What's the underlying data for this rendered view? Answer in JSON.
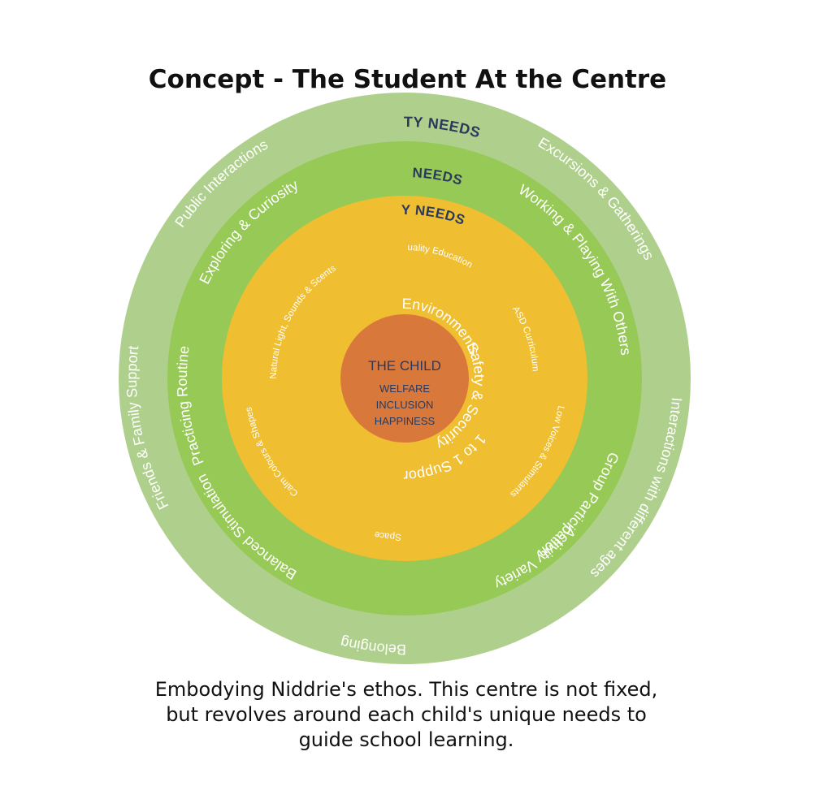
{
  "title": "Concept - The Student At the Centre",
  "caption": {
    "line1": "Embodying Niddrie's ethos. This centre is not fixed,",
    "line2": "but revolves around each child's unique needs to",
    "line3": "guide school learning."
  },
  "colors": {
    "outer_ring": "#afd08d",
    "middle_ring": "#97c957",
    "inner_ring": "#efbe31",
    "core": "#d9783b",
    "ring_label": "#2b3a5c"
  },
  "rings": {
    "community": {
      "label": "COMMUNITY NEEDS",
      "items": [
        "Public Interactions",
        "Excursions & Gatherings",
        "Interactions with different ages",
        "Sense of Belonging",
        "Friends & Family Support"
      ]
    },
    "shared": {
      "label": "SHARED NEEDS",
      "items": [
        "Exploring & Curiosity",
        "Working & Playing With Others",
        "Group Participation",
        "Activity Variety",
        "Balanced Stimulation",
        "Practicing Routine"
      ]
    },
    "primary": {
      "label": "PRIMARY NEEDS",
      "items": [
        "Comfortable Environments",
        "Safety & Security",
        "1 to 1 Support"
      ],
      "details": [
        "Quality Education",
        "ASD Curriculum",
        "Low Voices & Stimulants",
        "Retreat Space",
        "Calm Colours & Shapes",
        "Natural Light, Sounds & Scents"
      ]
    },
    "core": {
      "label": "THE CHILD",
      "items": [
        "WELFARE",
        "INCLUSION",
        "HAPPINESS"
      ]
    }
  }
}
